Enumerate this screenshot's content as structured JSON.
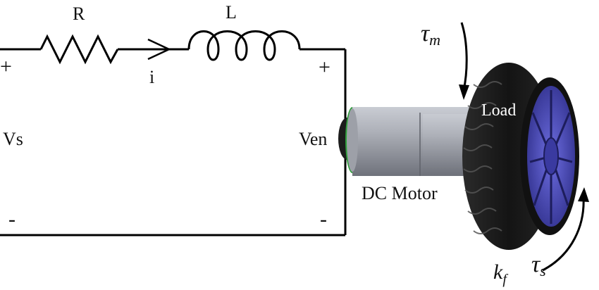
{
  "labels": {
    "resistor": "R",
    "inductor": "L",
    "current": "i",
    "source_voltage": "Vs",
    "back_emf": "Ven",
    "plus_left": "+",
    "plus_right": "+",
    "minus_left": "-",
    "minus_right": "-",
    "motor": "DC Motor",
    "load": "Load",
    "motor_torque_symbol": "τ",
    "motor_torque_sub": "m",
    "load_torque_symbol": "τ",
    "load_torque_sub": "s",
    "friction_symbol": "k",
    "friction_sub": "f"
  },
  "colors": {
    "wire": "#000000",
    "motor_body": "#8c8f99",
    "motor_ring": "#2e9e3a",
    "tire": "#1e1e1e",
    "hub": "#4a4ab8"
  }
}
